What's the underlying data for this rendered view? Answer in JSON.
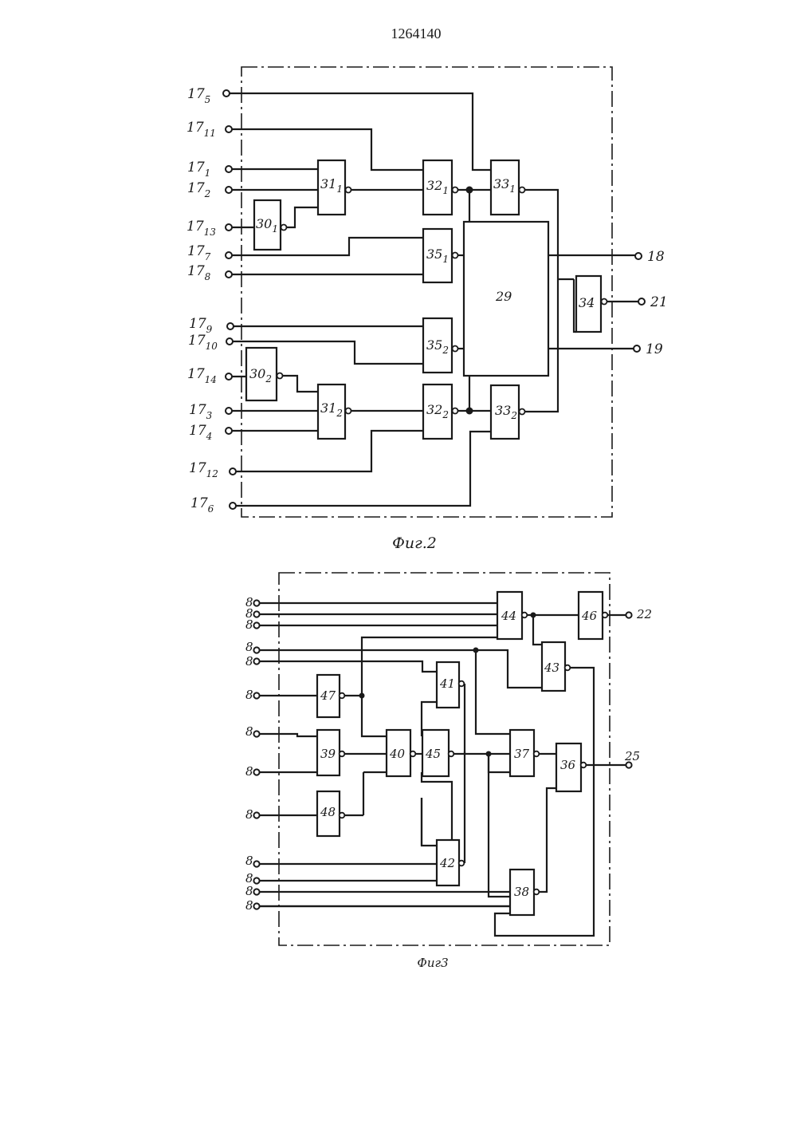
{
  "document": {
    "patent_number": "1264140",
    "fig2_caption": "Фиг.2",
    "fig3_caption": "Фиг3"
  },
  "fig2": {
    "inputs": [
      {
        "id": "in_175",
        "base": "17",
        "sub": "5"
      },
      {
        "id": "in_1711",
        "base": "17",
        "sub": "11"
      },
      {
        "id": "in_171",
        "base": "17",
        "sub": "1"
      },
      {
        "id": "in_172",
        "base": "17",
        "sub": "2"
      },
      {
        "id": "in_1713",
        "base": "17",
        "sub": "13"
      },
      {
        "id": "in_177",
        "base": "17",
        "sub": "7"
      },
      {
        "id": "in_178",
        "base": "17",
        "sub": "8"
      },
      {
        "id": "in_179",
        "base": "17",
        "sub": "9"
      },
      {
        "id": "in_1710",
        "base": "17",
        "sub": "10"
      },
      {
        "id": "in_1714",
        "base": "17",
        "sub": "14"
      },
      {
        "id": "in_173",
        "base": "17",
        "sub": "3"
      },
      {
        "id": "in_174",
        "base": "17",
        "sub": "4"
      },
      {
        "id": "in_1712",
        "base": "17",
        "sub": "12"
      },
      {
        "id": "in_176",
        "base": "17",
        "sub": "6"
      }
    ],
    "blocks": [
      {
        "id": "b301",
        "base": "30",
        "sub": "1"
      },
      {
        "id": "b311",
        "base": "31",
        "sub": "1"
      },
      {
        "id": "b321",
        "base": "32",
        "sub": "1"
      },
      {
        "id": "b331",
        "base": "33",
        "sub": "1"
      },
      {
        "id": "b351",
        "base": "35",
        "sub": "1"
      },
      {
        "id": "b29",
        "base": "29",
        "sub": ""
      },
      {
        "id": "b34",
        "base": "34",
        "sub": ""
      },
      {
        "id": "b352",
        "base": "35",
        "sub": "2"
      },
      {
        "id": "b302",
        "base": "30",
        "sub": "2"
      },
      {
        "id": "b312",
        "base": "31",
        "sub": "2"
      },
      {
        "id": "b322",
        "base": "32",
        "sub": "2"
      },
      {
        "id": "b332",
        "base": "33",
        "sub": "2"
      }
    ],
    "outputs": [
      {
        "id": "out18",
        "label": "18"
      },
      {
        "id": "out21",
        "label": "21"
      },
      {
        "id": "out19",
        "label": "19"
      }
    ]
  },
  "fig3": {
    "input_label": "8",
    "blocks": [
      {
        "id": "b44",
        "label": "44"
      },
      {
        "id": "b46",
        "label": "46"
      },
      {
        "id": "b43",
        "label": "43"
      },
      {
        "id": "b41",
        "label": "41"
      },
      {
        "id": "b47",
        "label": "47"
      },
      {
        "id": "b39",
        "label": "39"
      },
      {
        "id": "b40",
        "label": "40"
      },
      {
        "id": "b45",
        "label": "45"
      },
      {
        "id": "b37",
        "label": "37"
      },
      {
        "id": "b36",
        "label": "36"
      },
      {
        "id": "b48",
        "label": "48"
      },
      {
        "id": "b42",
        "label": "42"
      },
      {
        "id": "b38",
        "label": "38"
      }
    ],
    "outputs": [
      {
        "id": "out22",
        "label": "22"
      },
      {
        "id": "out25",
        "label": "25"
      }
    ]
  }
}
